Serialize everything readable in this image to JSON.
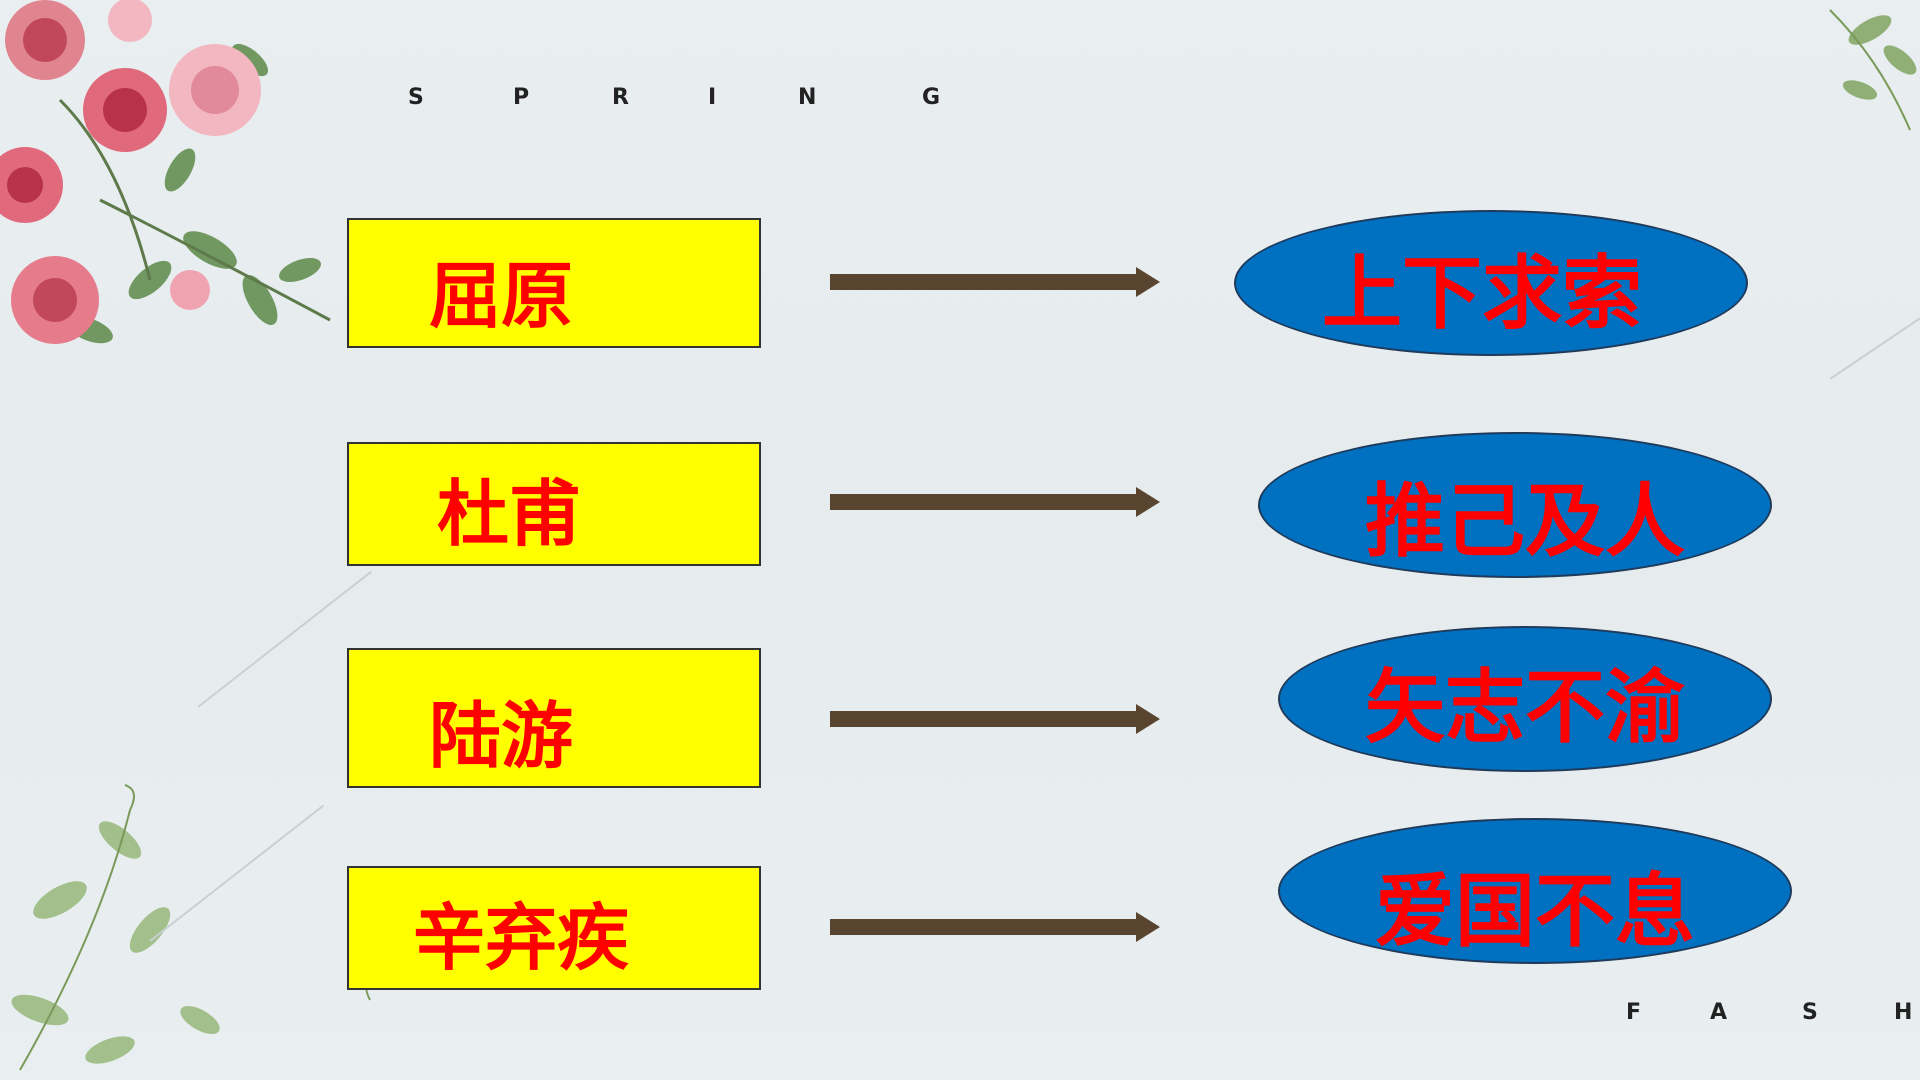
{
  "header_letters": [
    "S",
    "P",
    "R",
    "I",
    "N",
    "G"
  ],
  "footer_letters": [
    "F",
    "A",
    "S",
    "H"
  ],
  "pairs": [
    {
      "name": "屈原",
      "virtue": "上下求索"
    },
    {
      "name": "杜甫",
      "virtue": "推己及人"
    },
    {
      "name": "陆游",
      "virtue": "矢志不渝"
    },
    {
      "name": "辛弃疾",
      "virtue": "爱国不息"
    }
  ],
  "colors": {
    "name_box_fill": "#ffff00",
    "text_red": "#ff0000",
    "ellipse_fill": "#0070c0",
    "arrow": "#59442f"
  }
}
